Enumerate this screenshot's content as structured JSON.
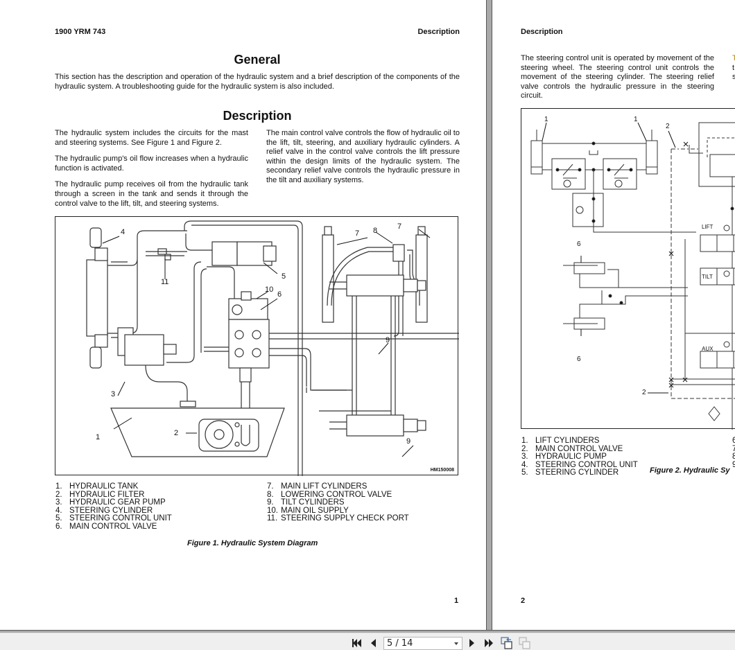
{
  "page1": {
    "header_left": "1900 YRM 743",
    "header_right": "Description",
    "section_general": {
      "title": "General",
      "text": "This section has the description and operation of the hydraulic system and a brief description of the components of the hydraulic system.  A troubleshooting guide for the hydraulic system is also included."
    },
    "section_description": {
      "title": "Description",
      "left_paragraphs": [
        "The hydraulic system includes the circuits for the mast and steering systems.  See Figure 1 and Figure 2.",
        "The hydraulic pump's oil flow increases when a hydraulic function is activated.",
        "The hydraulic pump receives oil from the hydraulic tank through a screen in the tank and sends it through the control valve to the lift, tilt, and steering systems."
      ],
      "right_paragraphs": [
        "The main control valve controls the flow of hydraulic oil to the lift, tilt, steering, and auxiliary hydraulic cylinders. A relief valve in the control valve controls the lift pressure within the design limits of the hydraulic system. The secondary relief valve controls the hydraulic pressure in the tilt and auxiliary systems."
      ]
    },
    "figure": {
      "id_code": "HM150008",
      "callouts": [
        "1",
        "2",
        "3",
        "4",
        "5",
        "6",
        "7",
        "7",
        "8",
        "9",
        "9",
        "10",
        "11"
      ],
      "legend_left": [
        {
          "num": "1.",
          "label": "HYDRAULIC TANK"
        },
        {
          "num": "2.",
          "label": "HYDRAULIC FILTER"
        },
        {
          "num": "3.",
          "label": "HYDRAULIC GEAR PUMP"
        },
        {
          "num": "4.",
          "label": "STEERING CYLINDER"
        },
        {
          "num": "5.",
          "label": "STEERING CONTROL UNIT"
        },
        {
          "num": "6.",
          "label": "MAIN CONTROL VALVE"
        }
      ],
      "legend_right": [
        {
          "num": "7.",
          "label": "MAIN LIFT CYLINDERS"
        },
        {
          "num": "8.",
          "label": "LOWERING CONTROL VALVE"
        },
        {
          "num": "9.",
          "label": "TILT CYLINDERS"
        },
        {
          "num": "10.",
          "label": "MAIN OIL SUPPLY"
        },
        {
          "num": "11.",
          "label": "STEERING SUPPLY CHECK PORT"
        }
      ],
      "caption": "Figure 1.  Hydraulic System Diagram"
    },
    "page_number": "1"
  },
  "page2": {
    "header_left": "Description",
    "intro_text": "The steering control unit is operated by movement of the steering wheel.  The steering control unit controls the movement of the steering cylinder. The steering relief valve controls the hydraulic pressure in the steering circuit.",
    "cut_off_column_chars": [
      "T",
      "t",
      "s"
    ],
    "figure": {
      "callouts": [
        "1",
        "1",
        "2",
        "2",
        "6",
        "6"
      ],
      "section_labels": [
        "LIFT",
        "TILT",
        "AUX"
      ],
      "legend_left": [
        {
          "num": "1.",
          "label": "LIFT CYLINDERS"
        },
        {
          "num": "2.",
          "label": "MAIN CONTROL VALVE"
        },
        {
          "num": "3.",
          "label": "HYDRAULIC PUMP"
        },
        {
          "num": "4.",
          "label": "STEERING CONTROL UNIT"
        },
        {
          "num": "5.",
          "label": "STEERING CYLINDER"
        }
      ],
      "legend_right_cut": [
        "6",
        "7",
        "8",
        "9"
      ],
      "caption": "Figure 2.  Hydraulic Sy"
    },
    "page_number": "2"
  },
  "toolbar": {
    "first_page": "first-page-icon",
    "prev_page": "previous-page-icon",
    "page_indicator": "5 / 14",
    "next_page": "next-page-icon",
    "last_page": "last-page-icon",
    "single_page_view": "single-page-view-icon",
    "two_page_view": "two-page-view-icon"
  }
}
